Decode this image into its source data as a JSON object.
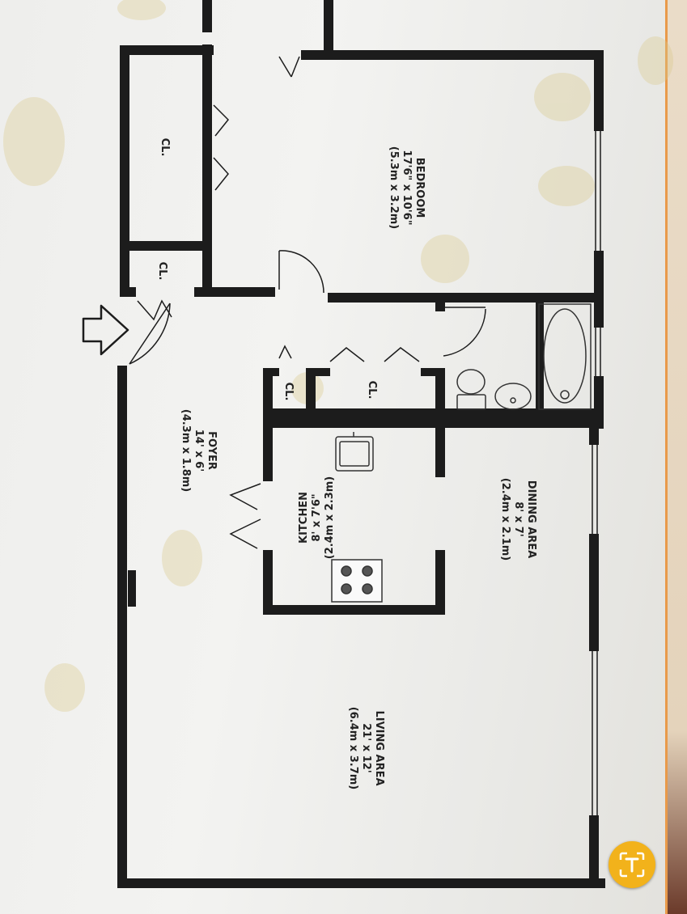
{
  "rooms": {
    "bedroom": {
      "name": "BEDROOM",
      "imperial": "17'6\" x 10'6\"",
      "metric": "(5.3m x 3.2m)"
    },
    "foyer": {
      "name": "FOYER",
      "imperial": "14' x 6'",
      "metric": "(4.3m x 1.8m)"
    },
    "kitchen": {
      "name": "KITCHEN",
      "imperial": "8' x 7'6\"",
      "metric": "(2.4m x 2.3m)"
    },
    "dining": {
      "name": "DINING AREA",
      "imperial": "8' x 7'",
      "metric": "(2.4m x 2.1m)"
    },
    "living": {
      "name": "LIVING AREA",
      "imperial": "21' x 12'",
      "metric": "(6.4m x 3.7m)"
    }
  },
  "closets": {
    "bedroom_closet": "CL.",
    "foyer_closet": "CL.",
    "hall_closet_small": "CL.",
    "hall_closet_large": "CL."
  },
  "colors": {
    "wall": "#1c1c1c",
    "paper": "#f0f0ee",
    "accent_edge": "#e99a4a",
    "scan_button": "#f2b21b"
  },
  "icons": {
    "entry": "entry-arrow-icon",
    "scan": "text-scan-icon"
  }
}
